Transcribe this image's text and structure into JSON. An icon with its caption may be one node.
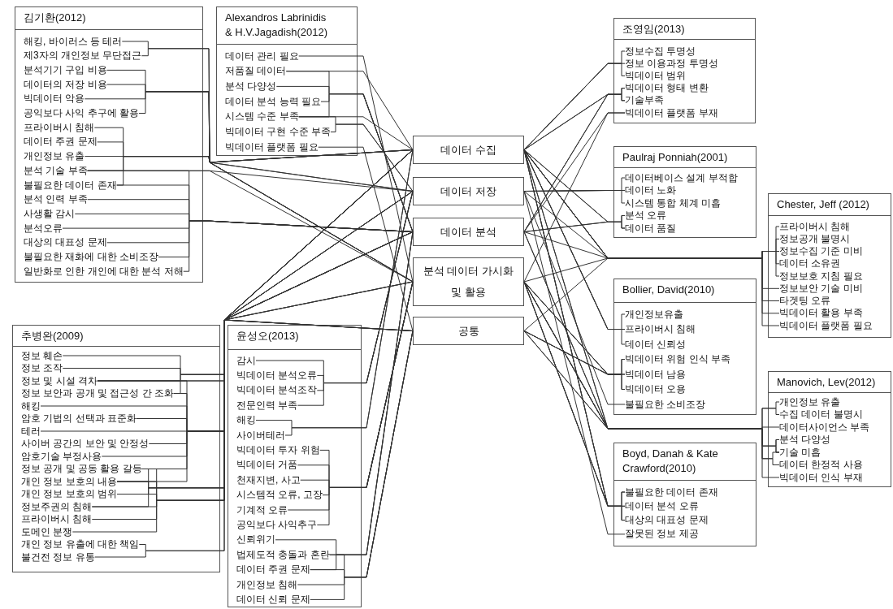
{
  "diagram": {
    "nodes": [
      {
        "text": [
          "김기환(2012)"
        ]
      },
      {
        "text": [
          "해킹, 바이러스 등 테러"
        ],
        "in": 0
      },
      {
        "text": [
          "제3자의 개인정보 무단접근"
        ],
        "in": 0
      },
      {
        "text": [
          "분석기기 구입 비용"
        ],
        "in": 0
      },
      {
        "text": [
          "데이터의 저장 비용"
        ],
        "in": 0
      },
      {
        "text": [
          "빅데이터 악용"
        ],
        "in": 0
      },
      {
        "text": [
          "공익보다 사익 추구에 활용"
        ],
        "in": 0
      },
      {
        "text": [
          "프라이버시 침해"
        ],
        "in": 0
      },
      {
        "text": [
          "데이터 주권 문제"
        ],
        "in": 0
      },
      {
        "text": [
          "개인정보 유출"
        ],
        "in": 0
      },
      {
        "text": [
          "분석 기술 부족"
        ],
        "in": 0
      },
      {
        "text": [
          "불필요한 데이터 존재"
        ],
        "in": 0
      },
      {
        "text": [
          "분석 인력 부족"
        ],
        "in": 0
      },
      {
        "text": [
          "사생활 감시"
        ],
        "in": 0
      },
      {
        "text": [
          "분석오류"
        ],
        "in": 0
      },
      {
        "text": [
          "대상의 대표성 문제"
        ],
        "in": 0
      },
      {
        "text": [
          "불필요한 재화에 대한 소비조장"
        ],
        "in": 0
      },
      {
        "text": [
          "일반화로 인한 개인에 대한 분석 저해"
        ],
        "in": 0
      },
      {
        "text": [
          "Alexandros Labrinidis & H.V.Jagadish(2012)"
        ]
      },
      {
        "text": [
          "데이터 관리 필요"
        ],
        "in": 18
      },
      {
        "text": [
          "저품질 데이터"
        ],
        "in": 18
      },
      {
        "text": [
          "분석 다양성"
        ],
        "in": 18
      },
      {
        "text": [
          "데이터 분석 능력 필요"
        ],
        "in": 18
      },
      {
        "text": [
          "시스템 수준 부족"
        ],
        "in": 18
      },
      {
        "text": [
          "빅데이터 구현 수준 부족"
        ],
        "in": 18
      },
      {
        "text": [
          "빅데이터 플랫폼 필요"
        ],
        "in": 18
      },
      {
        "text": [
          "추병완(2009)"
        ]
      },
      {
        "text": [
          "정보 훼손"
        ],
        "in": 26
      },
      {
        "text": [
          "정보 조작"
        ],
        "in": 26
      },
      {
        "text": [
          "정보 및 시설 격차"
        ],
        "in": 26
      },
      {
        "text": [
          "정보 보안과 공개 및 접근성 간 조화"
        ],
        "in": 26
      },
      {
        "text": [
          "해킹"
        ],
        "in": 26
      },
      {
        "text": [
          "암호 기법의 선택과 표준화"
        ],
        "in": 26
      },
      {
        "text": [
          "테러"
        ],
        "in": 26
      },
      {
        "text": [
          "사이버 공간의 보안 및 안정성"
        ],
        "in": 26
      },
      {
        "text": [
          "암호기술 부정사용"
        ],
        "in": 26
      },
      {
        "text": [
          "정보 공개 및 공동 활용 갈등"
        ],
        "in": 26
      },
      {
        "text": [
          "개인 정보 보호의 내용"
        ],
        "in": 26
      },
      {
        "text": [
          "개인 정보 보호의 범위"
        ],
        "in": 26
      },
      {
        "text": [
          "정보주권의 침해"
        ],
        "in": 26
      },
      {
        "text": [
          "프라이버시 침해"
        ],
        "in": 26
      },
      {
        "text": [
          "도메인 분쟁"
        ],
        "in": 26
      },
      {
        "text": [
          "개인 정보 유출에 대한 책임"
        ],
        "in": 26
      },
      {
        "text": [
          "불건전 정보 유통"
        ],
        "in": 26
      },
      {
        "text": [
          "윤성오(2013)"
        ]
      },
      {
        "text": [
          "감시"
        ],
        "in": 44
      },
      {
        "text": [
          "빅데이터 분석오류"
        ],
        "in": 44
      },
      {
        "text": [
          "빅데이터 분석조작"
        ],
        "in": 44
      },
      {
        "text": [
          "전문인력 부족"
        ],
        "in": 44
      },
      {
        "text": [
          "해킹"
        ],
        "in": 44
      },
      {
        "text": [
          "사이버테러"
        ],
        "in": 44
      },
      {
        "text": [
          "빅데이터 투자 위험"
        ],
        "in": 44
      },
      {
        "text": [
          "빅데이터 거품"
        ],
        "in": 44
      },
      {
        "text": [
          "천재지변, 사고"
        ],
        "in": 44
      },
      {
        "text": [
          "시스템적 오류, 고장"
        ],
        "in": 44
      },
      {
        "text": [
          "기계적 오류"
        ],
        "in": 44
      },
      {
        "text": [
          "공익보다 사익추구"
        ],
        "in": 44
      },
      {
        "text": [
          "신뢰위기"
        ],
        "in": 44
      },
      {
        "text": [
          "법제도적 충돌과 혼란"
        ],
        "in": 44
      },
      {
        "text": [
          "데이터 주권 문제"
        ],
        "in": 44
      },
      {
        "text": [
          "개인정보 침해"
        ],
        "in": 44
      },
      {
        "text": [
          "데이터 신뢰 문제"
        ],
        "in": 44
      },
      {
        "text": [
          "데이터 수집"
        ]
      },
      {
        "text": [
          "데이터 저장"
        ]
      },
      {
        "text": [
          "데이터 분석"
        ]
      },
      {
        "text": [
          "분석 데이터 가시화 및 활용"
        ]
      },
      {
        "text": [
          "공통"
        ]
      },
      {
        "text": [
          "조영임(2013)"
        ]
      },
      {
        "text": [
          "정보수집 투명성"
        ],
        "in": 67
      },
      {
        "text": [
          "정보 이용과정 투명성"
        ],
        "in": 67
      },
      {
        "text": [
          "빅데이터 범위"
        ],
        "in": 67
      },
      {
        "text": [
          "빅데이터 형태 변환"
        ],
        "in": 67
      },
      {
        "text": [
          "기술부족"
        ],
        "in": 67
      },
      {
        "text": [
          "빅데이터 플랫폼 부재"
        ],
        "in": 67
      },
      {
        "text": [
          "Paulraj Ponniah(2001)"
        ]
      },
      {
        "text": [
          "데이터베이스 설계 부적합"
        ],
        "in": 74
      },
      {
        "text": [
          "데이터 노화"
        ],
        "in": 74
      },
      {
        "text": [
          "시스템 통합 체계 미흡"
        ],
        "in": 74
      },
      {
        "text": [
          "분석 오류"
        ],
        "in": 74
      },
      {
        "text": [
          "데이터 품질"
        ],
        "in": 74
      },
      {
        "text": [
          "Chester, Jeff (2012)"
        ]
      },
      {
        "text": [
          "프라이버시 침해"
        ],
        "in": 80
      },
      {
        "text": [
          "정보공개 불명시"
        ],
        "in": 80
      },
      {
        "text": [
          "정보수집 기준 미비"
        ],
        "in": 80
      },
      {
        "text": [
          "데이터 소유권"
        ],
        "in": 80
      },
      {
        "text": [
          "정보보호 지침 필요"
        ],
        "in": 80
      },
      {
        "text": [
          "정보보안 기술 미비"
        ],
        "in": 80
      },
      {
        "text": [
          "타겟팅 오류"
        ],
        "in": 80
      },
      {
        "text": [
          "빅데이터 활용 부족"
        ],
        "in": 80
      },
      {
        "text": [
          "빅데이터 플랫폼 필요"
        ],
        "in": 80
      },
      {
        "text": [
          "Bollier, David(2010)"
        ]
      },
      {
        "text": [
          "개인정보유출"
        ],
        "in": 90
      },
      {
        "text": [
          "프라이버시 침해"
        ],
        "in": 90
      },
      {
        "text": [
          "데이터 신뢰성"
        ],
        "in": 90
      },
      {
        "text": [
          "빅데이터 위험 인식 부족"
        ],
        "in": 90
      },
      {
        "text": [
          "빅데이터 남용"
        ],
        "in": 90
      },
      {
        "text": [
          "빅데이터 오용"
        ],
        "in": 90
      },
      {
        "text": [
          "불필요한 소비조장"
        ],
        "in": 90
      },
      {
        "text": [
          "Manovich, Lev(2012)"
        ]
      },
      {
        "text": [
          "개인정보 유출"
        ],
        "in": 98
      },
      {
        "text": [
          "수집 데이터 불명시"
        ],
        "in": 98
      },
      {
        "text": [
          "데이터사이언스 부족"
        ],
        "in": 98
      },
      {
        "text": [
          "분석 다양성"
        ],
        "in": 98
      },
      {
        "text": [
          "기술 미흡"
        ],
        "in": 98
      },
      {
        "text": [
          "데이터 한정적 사용"
        ],
        "in": 98
      },
      {
        "text": [
          "빅데이터 인식 부재"
        ],
        "in": 98
      },
      {
        "text": [
          "Boyd, Danah & Kate Crawford(2010)"
        ]
      },
      {
        "text": [
          "불필요한 데이터 존재"
        ],
        "in": 106
      },
      {
        "text": [
          "데이터 분석 오류"
        ],
        "in": 106
      },
      {
        "text": [
          "대상의 대표성 문제"
        ],
        "in": 106
      },
      {
        "text": [
          "잘못된 정보 제공"
        ],
        "in": 106
      }
    ],
    "edges": [
      {
        "from": 1,
        "to": 63,
        "arrow": "none"
      },
      {
        "from": 2,
        "to": 63,
        "arrow": "none"
      },
      {
        "from": 3,
        "to": 65,
        "arrow": "none"
      },
      {
        "from": 4,
        "to": 65,
        "arrow": "none"
      },
      {
        "from": 5,
        "to": 65,
        "arrow": "none"
      },
      {
        "from": 6,
        "to": 65,
        "arrow": "none"
      },
      {
        "from": 7,
        "to": 62,
        "arrow": "none"
      },
      {
        "from": 8,
        "to": 62,
        "arrow": "none"
      },
      {
        "from": 9,
        "to": 62,
        "arrow": "none"
      },
      {
        "from": 10,
        "to": 62,
        "arrow": "none"
      },
      {
        "from": 11,
        "to": 62,
        "arrow": "none"
      },
      {
        "from": 10,
        "to": 63,
        "arrow": "none"
      },
      {
        "from": 10,
        "to": 65,
        "arrow": "none"
      },
      {
        "from": 10,
        "to": 64,
        "arrow": "none"
      },
      {
        "from": 11,
        "to": 64,
        "arrow": "none"
      },
      {
        "from": 12,
        "to": 64,
        "arrow": "none"
      },
      {
        "from": 13,
        "to": 64,
        "arrow": "none"
      },
      {
        "from": 14,
        "to": 64,
        "arrow": "none"
      },
      {
        "from": 15,
        "to": 64,
        "arrow": "none"
      },
      {
        "from": 16,
        "to": 64,
        "arrow": "none"
      },
      {
        "from": 17,
        "to": 64,
        "arrow": "none"
      },
      {
        "from": 19,
        "to": 65,
        "arrow": "none"
      },
      {
        "from": 20,
        "to": 62,
        "arrow": "none"
      },
      {
        "from": 20,
        "to": 64,
        "arrow": "none"
      },
      {
        "from": 21,
        "to": 64,
        "arrow": "none"
      },
      {
        "from": 22,
        "to": 64,
        "arrow": "none"
      },
      {
        "from": 23,
        "to": 64,
        "arrow": "none"
      },
      {
        "from": 23,
        "to": 62,
        "arrow": "none"
      },
      {
        "from": 23,
        "to": 63,
        "arrow": "none"
      },
      {
        "from": 24,
        "to": 63,
        "arrow": "none"
      },
      {
        "from": 25,
        "to": 66,
        "arrow": "none"
      },
      {
        "from": 27,
        "to": 63,
        "arrow": "none"
      },
      {
        "from": 28,
        "to": 63,
        "arrow": "none"
      },
      {
        "from": 29,
        "to": 63,
        "arrow": "none"
      },
      {
        "from": 30,
        "to": 63,
        "arrow": "none"
      },
      {
        "from": 29,
        "to": 65,
        "arrow": "none"
      },
      {
        "from": 29,
        "to": 66,
        "arrow": "none"
      },
      {
        "from": 29,
        "to": 62,
        "arrow": "none"
      },
      {
        "from": 30,
        "to": 62,
        "arrow": "none"
      },
      {
        "from": 31,
        "to": 62,
        "arrow": "none"
      },
      {
        "from": 32,
        "to": 62,
        "arrow": "none"
      },
      {
        "from": 33,
        "to": 62,
        "arrow": "none"
      },
      {
        "from": 34,
        "to": 62,
        "arrow": "none"
      },
      {
        "from": 35,
        "to": 62,
        "arrow": "none"
      },
      {
        "from": 36,
        "to": 62,
        "arrow": "none"
      },
      {
        "from": 37,
        "to": 62,
        "arrow": "none"
      },
      {
        "from": 36,
        "to": 66,
        "arrow": "none"
      },
      {
        "from": 37,
        "to": 66,
        "arrow": "none"
      },
      {
        "from": 38,
        "to": 66,
        "arrow": "none"
      },
      {
        "from": 39,
        "to": 66,
        "arrow": "none"
      },
      {
        "from": 36,
        "to": 64,
        "arrow": "none"
      },
      {
        "from": 37,
        "to": 64,
        "arrow": "none"
      },
      {
        "from": 38,
        "to": 64,
        "arrow": "none"
      },
      {
        "from": 39,
        "to": 64,
        "arrow": "none"
      },
      {
        "from": 40,
        "to": 64,
        "arrow": "none"
      },
      {
        "from": 41,
        "to": 64,
        "arrow": "none"
      },
      {
        "from": 42,
        "to": 65,
        "arrow": "none"
      },
      {
        "from": 43,
        "to": 65,
        "arrow": "none"
      },
      {
        "from": 45,
        "to": 63,
        "arrow": "none"
      },
      {
        "from": 46,
        "to": 63,
        "arrow": "none"
      },
      {
        "from": 47,
        "to": 63,
        "arrow": "none"
      },
      {
        "from": 48,
        "to": 63,
        "arrow": "none"
      },
      {
        "from": 49,
        "to": 62,
        "arrow": "none"
      },
      {
        "from": 50,
        "to": 62,
        "arrow": "none"
      },
      {
        "from": 51,
        "to": 65,
        "arrow": "none"
      },
      {
        "from": 52,
        "to": 65,
        "arrow": "none"
      },
      {
        "from": 53,
        "to": 65,
        "arrow": "none"
      },
      {
        "from": 54,
        "to": 65,
        "arrow": "none"
      },
      {
        "from": 55,
        "to": 65,
        "arrow": "none"
      },
      {
        "from": 56,
        "to": 65,
        "arrow": "none"
      },
      {
        "from": 57,
        "to": 64,
        "arrow": "none"
      },
      {
        "from": 58,
        "to": 64,
        "arrow": "none"
      },
      {
        "from": 59,
        "to": 64,
        "arrow": "none"
      },
      {
        "from": 58,
        "to": 66,
        "arrow": "none"
      },
      {
        "from": 59,
        "to": 66,
        "arrow": "none"
      },
      {
        "from": 60,
        "to": 66,
        "arrow": "none"
      },
      {
        "from": 61,
        "to": 66,
        "arrow": "none"
      },
      {
        "from": 68,
        "to": 62,
        "arrow": "none"
      },
      {
        "from": 69,
        "to": 62,
        "arrow": "none"
      },
      {
        "from": 70,
        "to": 62,
        "arrow": "none"
      },
      {
        "from": 71,
        "to": 62,
        "arrow": "none"
      },
      {
        "from": 72,
        "to": 62,
        "arrow": "none"
      },
      {
        "from": 71,
        "to": 64,
        "arrow": "none"
      },
      {
        "from": 72,
        "to": 64,
        "arrow": "none"
      },
      {
        "from": 73,
        "to": 64,
        "arrow": "none"
      },
      {
        "from": 73,
        "to": 65,
        "arrow": "none"
      },
      {
        "from": 75,
        "to": 63,
        "arrow": "none"
      },
      {
        "from": 76,
        "to": 63,
        "arrow": "none"
      },
      {
        "from": 77,
        "to": 63,
        "arrow": "none"
      },
      {
        "from": 78,
        "to": 64,
        "arrow": "none"
      },
      {
        "from": 79,
        "to": 64,
        "arrow": "none"
      },
      {
        "from": 78,
        "to": 62,
        "arrow": "none"
      },
      {
        "from": 79,
        "to": 62,
        "arrow": "none"
      },
      {
        "from": 81,
        "to": 62,
        "arrow": "none"
      },
      {
        "from": 82,
        "to": 62,
        "arrow": "none"
      },
      {
        "from": 83,
        "to": 62,
        "arrow": "none"
      },
      {
        "from": 84,
        "to": 62,
        "arrow": "none"
      },
      {
        "from": 85,
        "to": 62,
        "arrow": "none"
      },
      {
        "from": 86,
        "to": 63,
        "arrow": "none"
      },
      {
        "from": 87,
        "to": 64,
        "arrow": "none"
      },
      {
        "from": 88,
        "to": 65,
        "arrow": "none"
      },
      {
        "from": 89,
        "to": 66,
        "arrow": "none"
      },
      {
        "from": 91,
        "to": 62,
        "arrow": "none"
      },
      {
        "from": 92,
        "to": 62,
        "arrow": "none"
      },
      {
        "from": 93,
        "to": 62,
        "arrow": "none"
      },
      {
        "from": 94,
        "to": 65,
        "arrow": "none"
      },
      {
        "from": 95,
        "to": 65,
        "arrow": "none"
      },
      {
        "from": 96,
        "to": 65,
        "arrow": "none"
      },
      {
        "from": 94,
        "to": 66,
        "arrow": "none"
      },
      {
        "from": 95,
        "to": 66,
        "arrow": "none"
      },
      {
        "from": 96,
        "to": 66,
        "arrow": "none"
      },
      {
        "from": 97,
        "to": 63,
        "arrow": "none"
      },
      {
        "from": 99,
        "to": 62,
        "arrow": "none"
      },
      {
        "from": 100,
        "to": 62,
        "arrow": "none"
      },
      {
        "from": 101,
        "to": 65,
        "arrow": "none"
      },
      {
        "from": 102,
        "to": 65,
        "arrow": "none"
      },
      {
        "from": 103,
        "to": 65,
        "arrow": "none"
      },
      {
        "from": 102,
        "to": 64,
        "arrow": "none"
      },
      {
        "from": 103,
        "to": 64,
        "arrow": "none"
      },
      {
        "from": 103,
        "to": 66,
        "arrow": "none"
      },
      {
        "from": 104,
        "to": 66,
        "arrow": "none"
      },
      {
        "from": 105,
        "to": 65,
        "arrow": "none"
      },
      {
        "from": 107,
        "to": 62,
        "arrow": "none"
      },
      {
        "from": 108,
        "to": 62,
        "arrow": "none"
      },
      {
        "from": 109,
        "to": 62,
        "arrow": "none"
      },
      {
        "from": 107,
        "to": 65,
        "arrow": "none"
      },
      {
        "from": 108,
        "to": 65,
        "arrow": "none"
      },
      {
        "from": 109,
        "to": 65,
        "arrow": "none"
      },
      {
        "from": 110,
        "to": 63,
        "arrow": "none"
      }
    ]
  }
}
